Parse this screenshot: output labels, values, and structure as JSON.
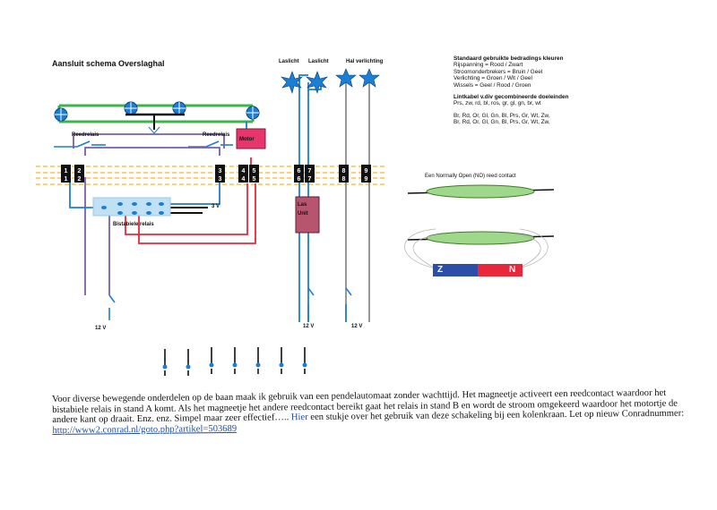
{
  "title": "Aansluit schema Overslaghal",
  "labels": {
    "reedrelais_left": "Reedrelais",
    "reedrelais_right": "Reedrelais",
    "motor": "Motor",
    "bistabiel": "Bistabiele relais",
    "three_v": "3 V",
    "las_unit_line1": "Las",
    "las_unit_line2": "Unit",
    "laslicht_1": "Laslicht",
    "laslicht_2": "Laslicht",
    "hal_verlichting": "Hal verlichting",
    "twelve_v_1": "12 V",
    "twelve_v_2": "12 V",
    "twelve_v_3": "12 V",
    "no_reed": "Een Normally Open (NO) reed contact",
    "magnet_z": "Z",
    "magnet_n": "N"
  },
  "terminals": {
    "t1_top": "1",
    "t1_bot": "1",
    "t2_top": "2",
    "t2_bot": "2",
    "t3_top": "3",
    "t3_bot": "3",
    "t4_top": "4",
    "t4_bot": "4",
    "t5_top": "5",
    "t5_bot": "5",
    "t6_top": "6",
    "t6_bot": "6",
    "t7_top": "7",
    "t7_bot": "7",
    "t8_top": "8",
    "t8_bot": "8",
    "t9_top": "9",
    "t9_bot": "9"
  },
  "legend": {
    "heading": "Standaard gebruikte bedradings kleuren",
    "lines": [
      "Rijspanning = Rood / Zwart",
      "Stroomonderbrekers = Bruin / Geel",
      "Verlichting = Groen / Wit / Geel",
      "Wissels = Geel / Rood / Groen"
    ],
    "heading2": "Lintkabel v.div gecombineerde doeleinden",
    "lines2": [
      "Prs, zw, rd, bl, ros, gr, gl, gn, br, wt",
      "Br, Rd, Or, Gl, Gn, Bl, Prs, Gr, Wt, Zw,",
      "Br, Rd, Or, Gl, Gn, Bl, Prs, Gr, Wt, Zw,"
    ]
  },
  "paragraph": {
    "text1": "Voor diverse bewegende onderdelen op de baan maak ik gebruik van een pendelautomaat zonder wachttijd. Het magneetje activeert een reedcontact waardoor het bistabiele relais in stand A komt. Als het magneetje het andere reedcontact bereikt gaat het relais in stand B en wordt de stroom omgekeerd waardoor het motortje de andere kant op draait. Enz. enz. Simpel maar zeer effectief…..",
    "link": "Hier",
    "text2": "een stukje over het gebruik van deze schakeling bij een kolenkraan. Let op nieuw Conradnummer:",
    "url": "http://www2.conrad.nl/goto.php?artikel=503689"
  },
  "colors": {
    "green": "#3cb44b",
    "blue": "#1a7fd4",
    "purple": "#7a5fb0",
    "red": "#e8283a",
    "magenta": "#d81b70",
    "orange": "#f5c35a",
    "gray": "#8c8c8c",
    "relay_fill": "#bfe0f5",
    "motor_fill": "#e8356e",
    "las_fill": "#b8556e",
    "reed_fill": "#9fd88a"
  }
}
